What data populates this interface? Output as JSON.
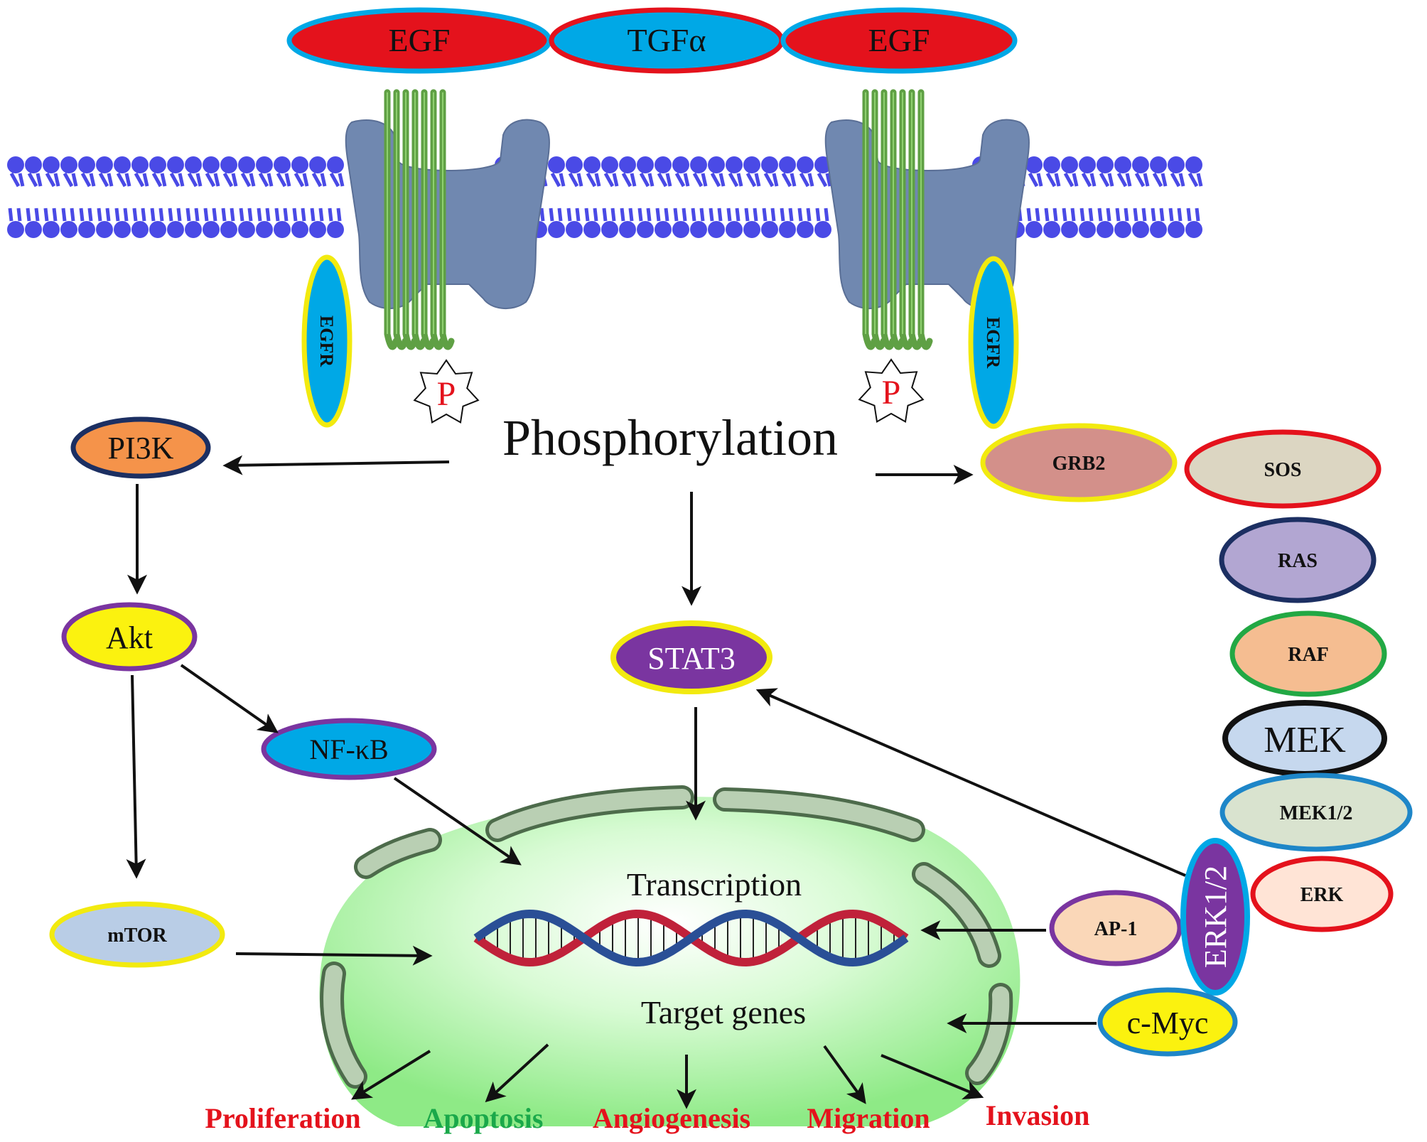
{
  "ligands": {
    "egf_left": "EGF",
    "tgfa": "TGFα",
    "egf_right": "EGF"
  },
  "receptor": {
    "egfr_left": "EGFR",
    "egfr_right": "EGFR",
    "p_left": "P",
    "p_right": "P"
  },
  "center": {
    "phosphorylation": "Phosphorylation",
    "transcription": "Transcription",
    "target_genes": "Target genes"
  },
  "nodes": {
    "pi3k": "PI3K",
    "akt": "Akt",
    "nfkb": "NF-κB",
    "mtor": "mTOR",
    "stat3": "STAT3",
    "grb2": "GRB2",
    "sos": "SOS",
    "ras": "RAS",
    "raf": "RAF",
    "mek": "MEK",
    "mek12": "MEK1/2",
    "erk12": "ERK1/2",
    "erk": "ERK",
    "ap1": "AP-1",
    "cmyc": "c-Myc"
  },
  "outcomes": {
    "proliferation": "Proliferation",
    "apoptosis": "Apoptosis",
    "angiogenesis": "Angiogenesis",
    "migration": "Migration",
    "invasion": "Invasion"
  },
  "colors": {
    "red_ligand": "#e4121c",
    "cyan": "#00a8e6",
    "membrane": "#4a4ae6",
    "receptor_body": "#7088b0",
    "helix": "#5fa044",
    "nucleus_green": "#9ef098",
    "yellow_border": "#f2ea0f",
    "purple": "#7a35a0",
    "outcome_red": "#e4121c",
    "outcome_green": "#1aa84a"
  }
}
